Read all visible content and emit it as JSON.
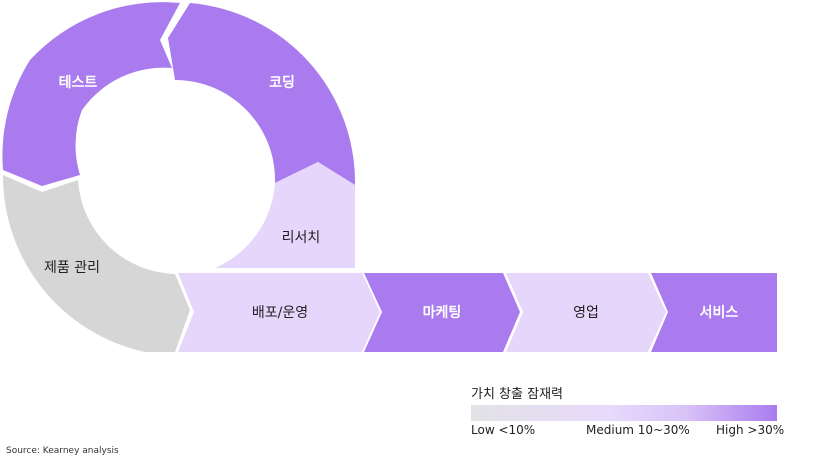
{
  "colors": {
    "high": "#a97bef",
    "medium": "#e6d6fb",
    "low": "#d6d6d6",
    "text_dark": "#222222",
    "text_light": "#ffffff"
  },
  "cycle": {
    "test": "테스트",
    "coding": "코딩",
    "research": "리서치",
    "product_management": "제품 관리"
  },
  "flow": [
    "배포/운영",
    "마케팅",
    "영업",
    "서비스"
  ],
  "legend": {
    "title": "가치 창출 잠재력",
    "low": "Low <10%",
    "medium": "Medium 10~30%",
    "high": "High >30%"
  },
  "source": "Source: Kearney analysis"
}
